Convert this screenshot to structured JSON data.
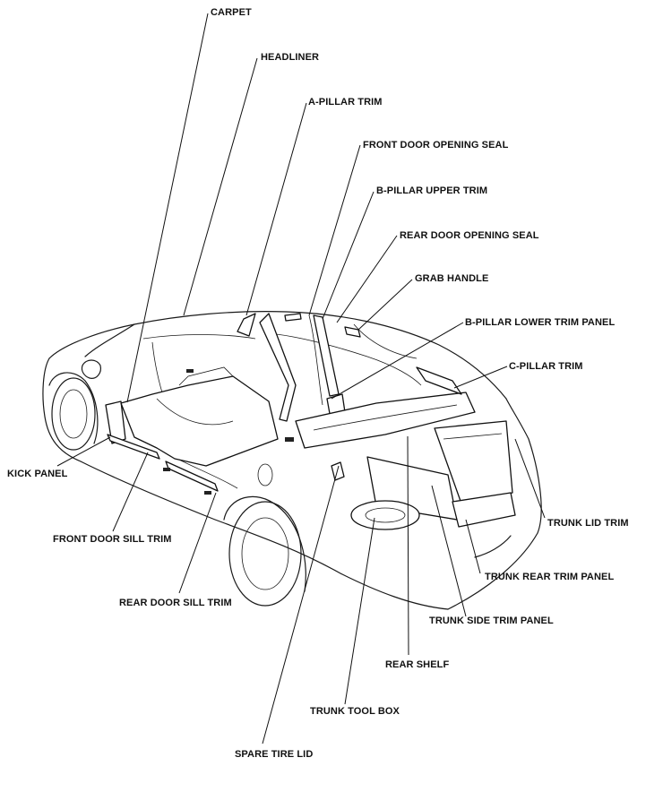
{
  "figure": {
    "labels": {
      "carpet": "CARPET",
      "headliner": "HEADLINER",
      "a_pillar_trim": "A-PILLAR TRIM",
      "front_door_opening_seal": "FRONT DOOR OPENING SEAL",
      "b_pillar_upper_trim": "B-PILLAR UPPER TRIM",
      "rear_door_opening_seal": "REAR DOOR OPENING SEAL",
      "grab_handle": "GRAB HANDLE",
      "b_pillar_lower_trim_panel": "B-PILLAR LOWER TRIM PANEL",
      "c_pillar_trim": "C-PILLAR TRIM",
      "kick_panel": "KICK PANEL",
      "front_door_sill_trim": "FRONT DOOR SILL TRIM",
      "rear_door_sill_trim": "REAR DOOR SILL TRIM",
      "trunk_lid_trim": "TRUNK LID TRIM",
      "trunk_rear_trim_panel": "TRUNK REAR TRIM PANEL",
      "trunk_side_trim_panel": "TRUNK SIDE TRIM PANEL",
      "rear_shelf": "REAR SHELF",
      "trunk_tool_box": "TRUNK TOOL BOX",
      "spare_tire_lid": "SPARE TIRE LID"
    }
  }
}
